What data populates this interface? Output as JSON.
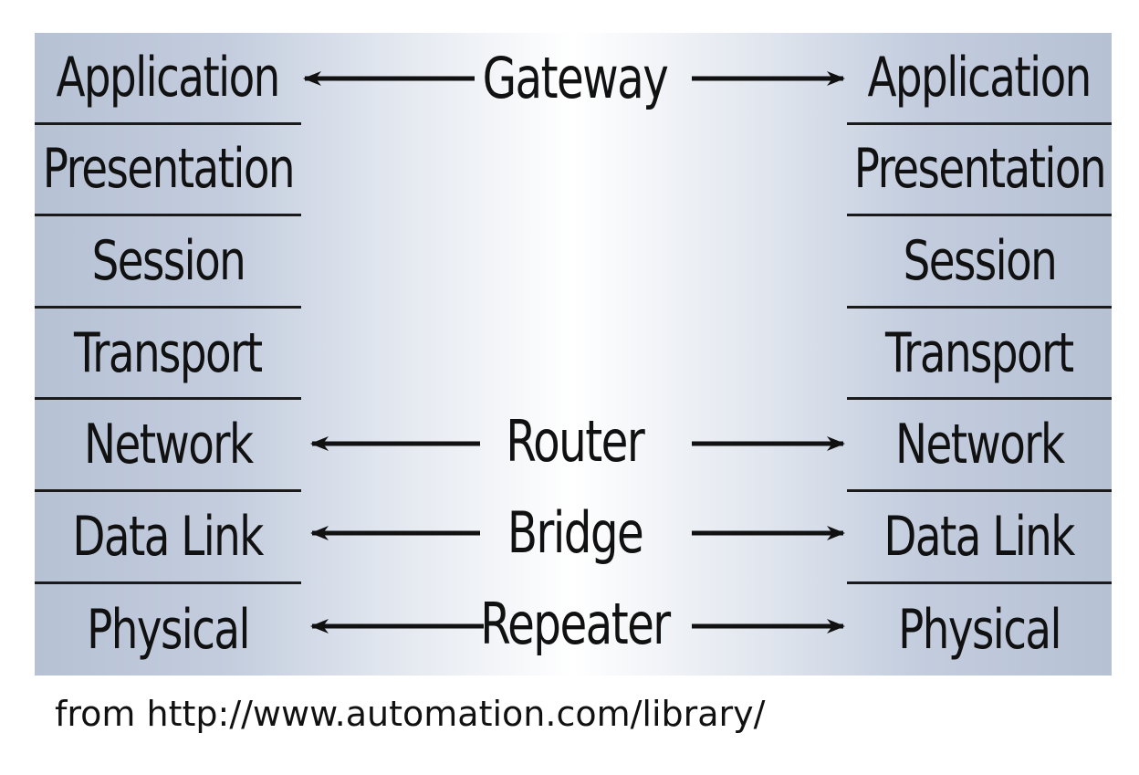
{
  "left_stack": {
    "layers": [
      "Application",
      "Presentation",
      "Session",
      "Transport",
      "Network",
      "Data Link",
      "Physical"
    ]
  },
  "right_stack": {
    "layers": [
      "Application",
      "Presentation",
      "Session",
      "Transport",
      "Network",
      "Data Link",
      "Physical"
    ]
  },
  "devices": {
    "gateway": "Gateway",
    "router": "Router",
    "bridge": "Bridge",
    "repeater": "Repeater"
  },
  "caption": "from http://www.automation.com/library/",
  "colors": {
    "panel_edge": "#b6c1d4",
    "panel_center": "#ffffff",
    "ink": "#111111"
  }
}
